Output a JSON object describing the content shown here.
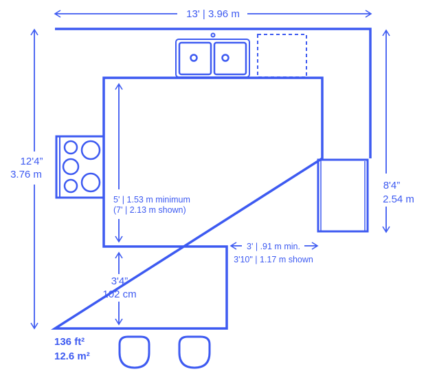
{
  "dimensions": {
    "width": "13' | 3.96 m",
    "depth_ft": "12'4”",
    "depth_m": "3.76 m",
    "right_ft": "8'4”",
    "right_m": "2.54 m",
    "aisle_line1": "5' | 1.53 m minimum",
    "aisle_line2": "(7' | 2.13 m shown)",
    "island_ft": "3'4”",
    "island_cm": "102 cm",
    "clearance_line1": "3' | .91 m min.",
    "clearance_line2": "3'10\" | 1.17 m shown"
  },
  "area": {
    "ft": "136 ft²",
    "m": "12.6 m²"
  },
  "colors": {
    "accent": "#3d5af1"
  }
}
